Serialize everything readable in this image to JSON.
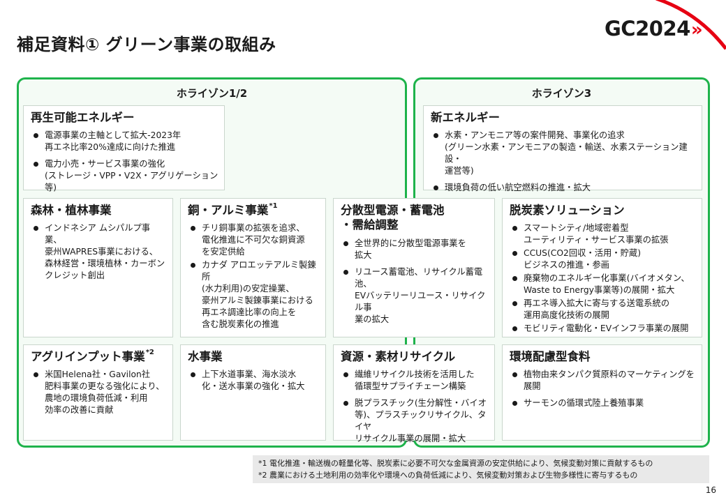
{
  "page": {
    "title": "補足資料① グリーン事業の取組み",
    "logo": {
      "text": "GC2024",
      "chevron": "»"
    },
    "page_number": "16"
  },
  "colors": {
    "green": "#1eb34b",
    "red": "#e60012",
    "note_bg": "#e9e9e9"
  },
  "horizons": [
    {
      "label": "ホライゾン1/2"
    },
    {
      "label": "ホライゾン3"
    }
  ],
  "boxes": {
    "renewable": {
      "title": "再生可能エネルギー",
      "items": [
        "電源事業の主軸として拡大-2023年\n再エネ比率20%達成に向けた推進",
        "電力小売・サービス事業の強化\n(ストレージ・VPP・V2X・アグリゲーション等)"
      ]
    },
    "new_energy": {
      "title": "新エネルギー",
      "items": [
        "水素・アンモニア等の案件開発、事業化の追求\n(グリーン水素・アンモニアの製造・輸送、水素ステーション建設・\n運営等)",
        "環境負荷の低い航空燃料の推進・拡大"
      ]
    },
    "forest": {
      "title": "森林・植林事業",
      "items": [
        "インドネシア ムシパルプ事業、\n豪州WAPRES事業における、\n森林経営・環境植林・カーボン\nクレジット創出"
      ]
    },
    "copper": {
      "title": "銅・アルミ事業",
      "mark": "*1",
      "items": [
        "チリ銅事業の拡張を追求、\n電化推進に不可欠な銅資源\nを安定供給",
        "カナダ アロエッテアルミ製錬所\n(水力利用)の安定操業、\n豪州アルミ製錬事業における\n再エネ調達比率の向上を\n含む脱炭素化の推進"
      ]
    },
    "distributed": {
      "title": "分散型電源・蓄電池\n・需給調整",
      "items": [
        "全世界的に分散型電源事業を\n拡大",
        "リユース蓄電池、リサイクル蓄電池、\nEVバッテリーリユース・リサイクル事\n業の拡大"
      ]
    },
    "decarbon": {
      "title": "脱炭素ソリューション",
      "items": [
        "スマートシティ/地域密着型\nユーティリティ・サービス事業の拡張",
        "CCUS(CO2回収・活用・貯蔵)\nビジネスの推進・参画",
        "廃棄物のエネルギー化事業(バイオメタン、\nWaste to Energy事業等)の展開・拡大",
        "再エネ導入拡大に寄与する送電系統の\n運用高度化技術の展開",
        "モビリティ電動化・EVインフラ事業の展開"
      ]
    },
    "agri": {
      "title": "アグリインプット事業",
      "mark": "*2",
      "items": [
        "米国Helena社・Gavilon社\n肥料事業の更なる強化により、\n農地の環境負荷低減・利用\n効率の改善に貢献"
      ]
    },
    "water": {
      "title": "水事業",
      "items": [
        "上下水道事業、海水淡水\n化・送水事業の強化・拡大"
      ]
    },
    "recycle": {
      "title": "資源・素材リサイクル",
      "items": [
        "繊維リサイクル技術を活用した\n循環型サプライチェーン構築",
        "脱プラスチック(生分解性・バイオ\n等)、プラスチックリサイクル、タイヤ\nリサイクル事業の展開・拡大"
      ]
    },
    "food": {
      "title": "環境配慮型食料",
      "items": [
        "植物由来タンパク質原料のマーケティングを\n展開",
        "サーモンの循環式陸上養殖事業"
      ]
    }
  },
  "footnotes": [
    "*1 電化推進・輸送機の軽量化等、脱炭素に必要不可欠な金属資源の安定供給により、気候変動対策に貢献するもの",
    "*2 農業における土地利用の効率化や環境への負荷低減により、気候変動対策および生物多様性に寄与するもの"
  ]
}
